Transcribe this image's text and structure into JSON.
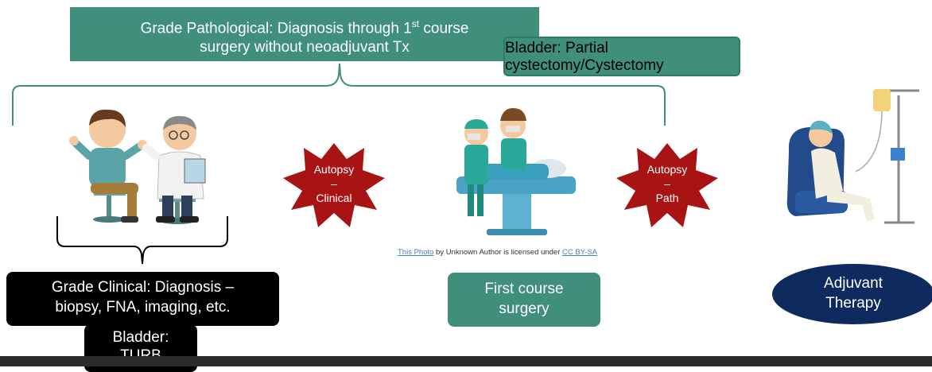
{
  "grade_pathological": {
    "bold": "Grade Pathological:",
    "text_a": " Diagnosis through 1",
    "sup": "st",
    "text_b": " course",
    "line2": "surgery without neoadjuvant Tx"
  },
  "bladder_partial": {
    "line1": "Bladder: Partial",
    "line2": "cystectomy/Cystectomy"
  },
  "grade_clinical": {
    "bold": "Grade Clinical",
    "text": ": Diagnosis –",
    "line2": "biopsy, FNA, imaging, etc."
  },
  "bladder_turb": {
    "line1": "Bladder:",
    "line2": "TURB"
  },
  "autopsy_clinical": {
    "line1": "Autopsy",
    "line2": "–",
    "line3": "Clinical"
  },
  "autopsy_path": {
    "line1": "Autopsy",
    "line2": "–",
    "line3": "Path"
  },
  "first_course": {
    "line1": "First course",
    "line2": "surgery"
  },
  "adjuvant": {
    "line1": "Adjuvant",
    "line2": "Therapy"
  },
  "credit": {
    "link1": "This Photo",
    "middle": " by Unknown Author is licensed under ",
    "link2": "CC BY-SA"
  },
  "colors": {
    "green": "#3f8f7a",
    "star_red": "#a81414",
    "navy": "#0e2a5e"
  },
  "icons": [
    "patient-doctor-consult-icon",
    "surgery-team-icon",
    "iv-chemo-patient-icon"
  ]
}
